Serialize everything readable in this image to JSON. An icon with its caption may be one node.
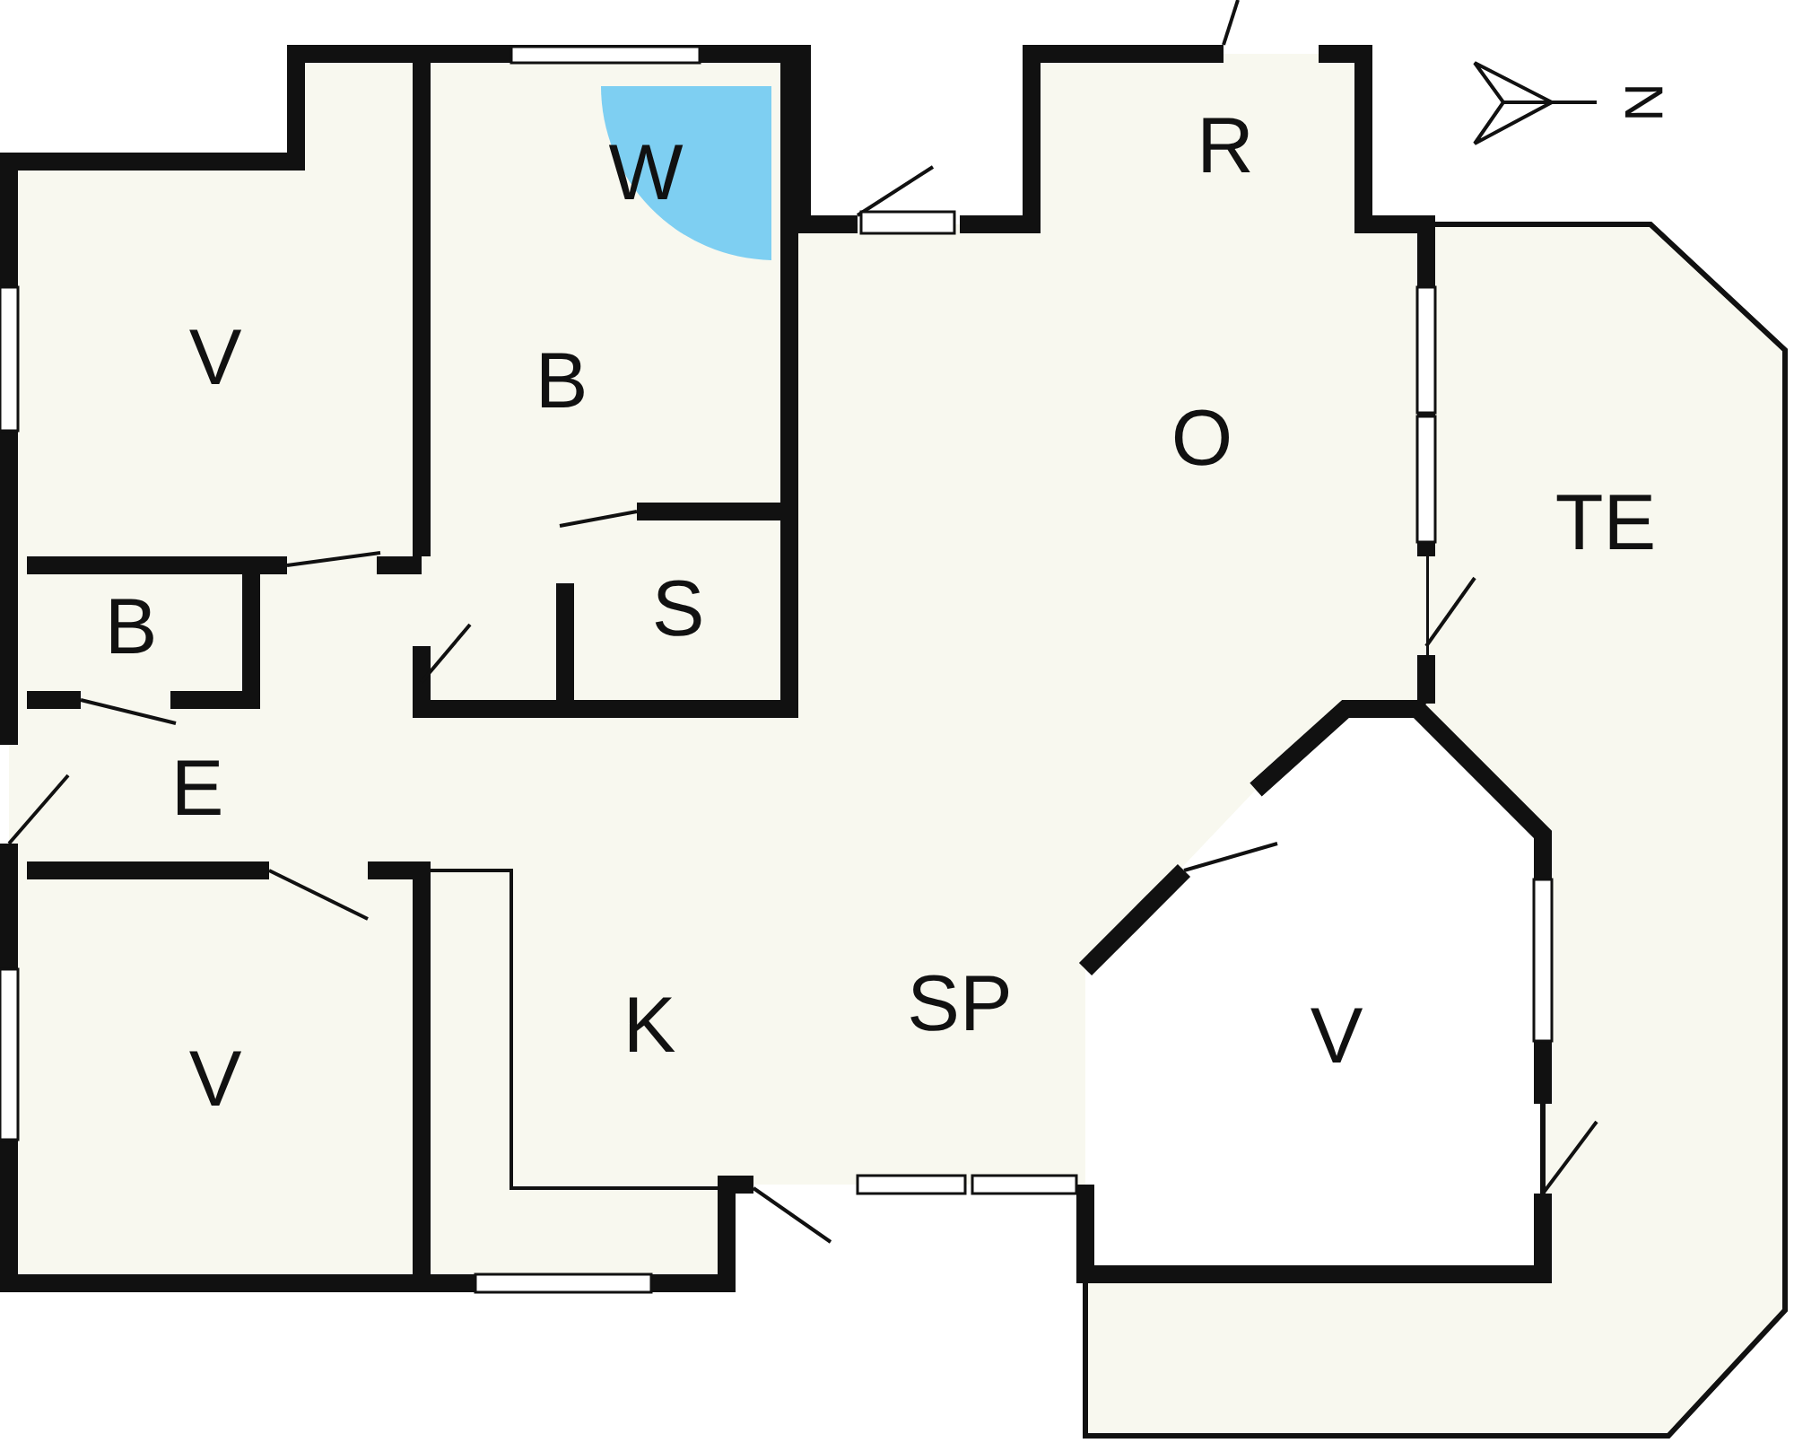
{
  "diagram": {
    "labels": [
      "N",
      "R",
      "W",
      "V",
      "B",
      "O",
      "TE",
      "S",
      "B",
      "E",
      "SP",
      "K",
      "V",
      "V"
    ]
  }
}
